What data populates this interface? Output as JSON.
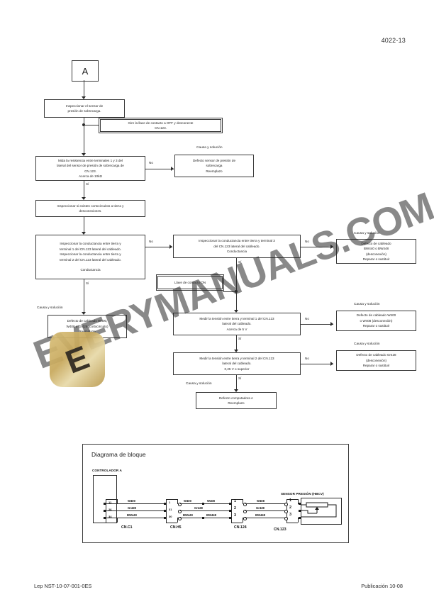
{
  "page": {
    "page_number": "4022-13",
    "footer_left": "Lep NST-10-07-001-0ES",
    "footer_right": "Publicación 10-08",
    "watermark_text": "EVERYMANUALS.COM",
    "watermark_logo_letter": "E",
    "accent_gold": "#c7a85c",
    "line_color": "#3a3a3a"
  },
  "flowchart": {
    "entry_tag": "A",
    "labels": {
      "yes": "Sí",
      "no": "No",
      "cause_solution": "Causa y solución"
    },
    "nodes": {
      "inspect_sensor": "Inspeccionar el sensor de\npresión de sobrecarga.",
      "note_key_off": "Gire la llave de contacto a OFF y desconecte\nCN.123.",
      "measure_resistance": "Mida la resistencia entre terminales 1 y 3 del\nlateral del sensor de presión de sobrecarga de\nCN.123.\nAcerca de 10kΩ",
      "defect_sensor": "Defecto sensor de presión de\nsobrecarga\nReemplazo",
      "inspect_shorts": "Inspeccionar si existen cortocircuitos a tierra y\ndesconexiones.",
      "inspect_conductance_12": "Inspeccionar la conductancia entre tierra y\nterminal 1 del CN.123 lateral del cableado.\nInspeccionar la conductancia entre tierra y\nterminal 2 del CN.123 lateral del cableado.\n\nConductancia",
      "inspect_conductance_3": "Inspeccionar la conductancia entre tierra y terminal 3\ndel CN.123 lateral del cableado.\nConductancia",
      "defect_wiring_bw": "Defecto de cableado\nBW440 o BW448\n(desconexión)\nReparar o sustituir",
      "defect_wiring_short": "Defecto de cableado W400,\nW408 o Gr428 (cortocircuito)\nReemplazo",
      "note_key_on": "Llave de contacto ON",
      "measure_voltage_t1": "Medir la tensión entre tierra y terminal 1 del CN.123\nlateral del cableado.\nAcerca de 5 V",
      "defect_wiring_w": "Defecto de cableado W400\no W408  (desconexión)\nReparar o sustituir",
      "measure_voltage_t2": "Medir la tensión entre tierra y terminal 2 del CN.123\nlateral del cableado.\n0,25 V o superior",
      "defect_wiring_gr": "Defecto de cableado Gr428\n(desconexión)\nReparar o sustituir",
      "defect_computer": "Defecto computadora A\nReemplazo"
    }
  },
  "block_diagram": {
    "title": "Diagrama de bloque",
    "controller_label": "CONTROLADOR A",
    "sensor_label": "SENSOR PRESIÓN (HBCV)",
    "connectors": [
      {
        "name": "CN.C1",
        "pins": [
          "11",
          "26",
          "34"
        ]
      },
      {
        "name": "CN.H5",
        "pins": [
          "1",
          "31",
          "30"
        ]
      },
      {
        "name": "CN.124",
        "pins": [
          "1",
          "2",
          "3"
        ]
      },
      {
        "name": "CN.123",
        "pins": [
          "1",
          "2",
          "3"
        ]
      }
    ],
    "wires": {
      "seg1": [
        "W400",
        "Gr428",
        "BW440"
      ],
      "seg2a": [
        "W400",
        "Gr428",
        "BW440"
      ],
      "seg2b": [
        "W408",
        "Gr428",
        "BW448"
      ],
      "seg3": [
        "W408",
        "Gr428",
        "BW448"
      ]
    }
  }
}
